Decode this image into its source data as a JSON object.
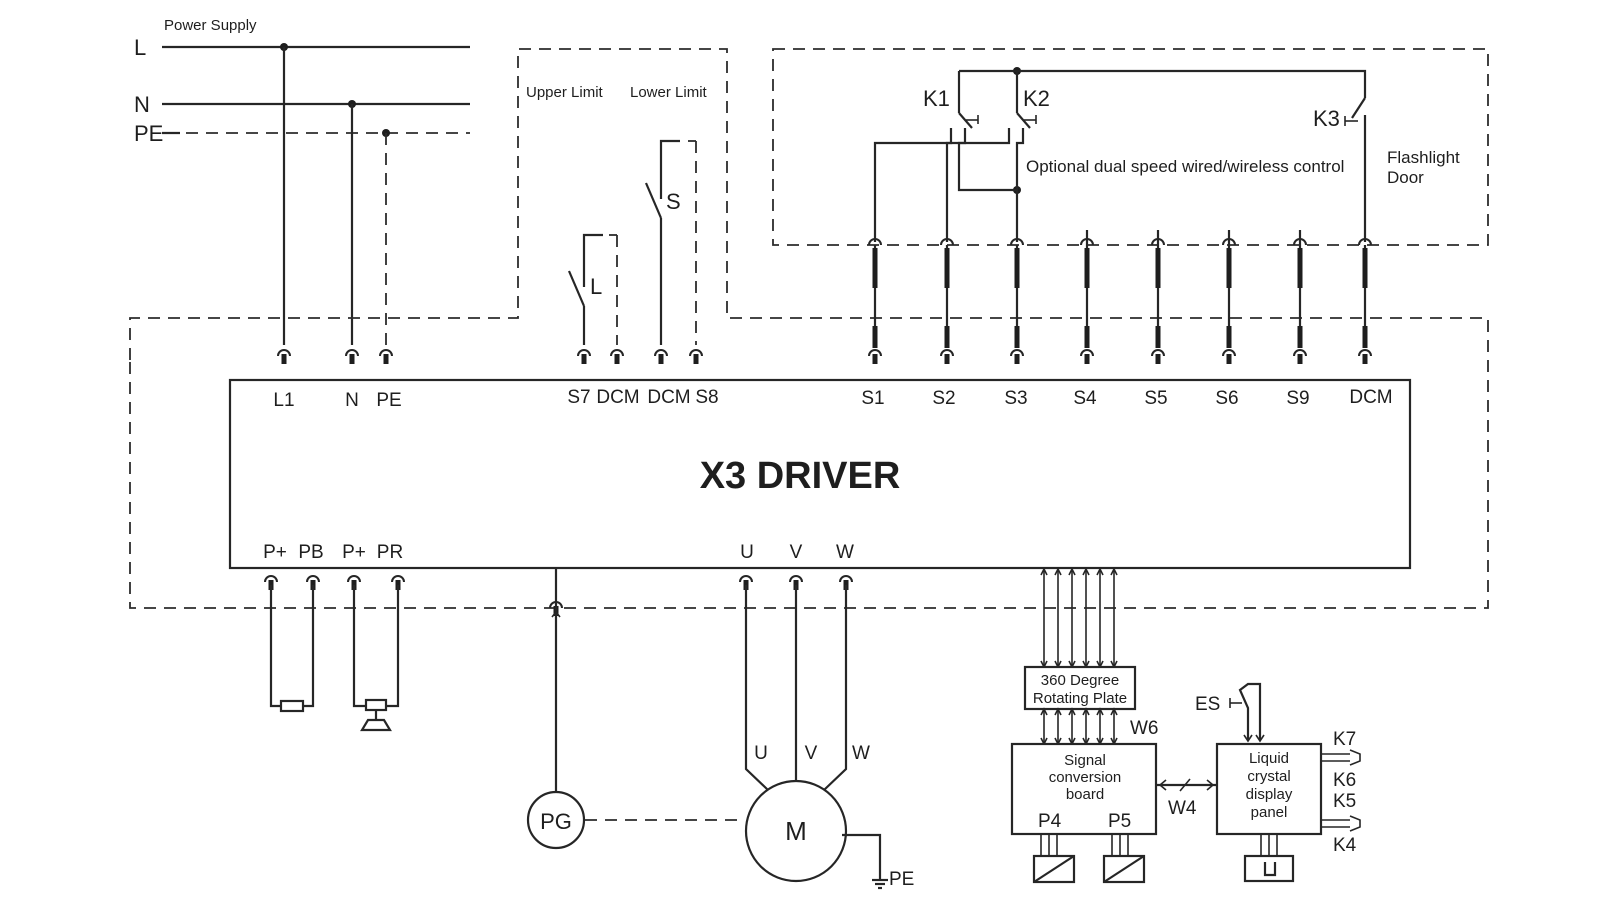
{
  "supply": {
    "title": "Power Supply",
    "lines": [
      "L",
      "N",
      "PE"
    ]
  },
  "limits": {
    "upper": "Upper Limit",
    "lower": "Lower Limit",
    "upper_switch": "L",
    "lower_switch": "S"
  },
  "control": {
    "caption": "Optional dual speed wired/wireless control",
    "door": [
      "Flashlight",
      "Door"
    ],
    "k1": "K1",
    "k2": "K2",
    "k3": "K3"
  },
  "driver": {
    "title": "X3 DRIVER",
    "top_terminals": [
      "L1",
      "N",
      "PE",
      "S7",
      "DCM",
      "DCM",
      "S8",
      "S1",
      "S2",
      "S3",
      "S4",
      "S5",
      "S6",
      "S9",
      "DCM"
    ],
    "bottom_terminals": [
      "P+",
      "PB",
      "P+",
      "PR",
      "U",
      "V",
      "W"
    ]
  },
  "motor": {
    "label": "M",
    "phases": [
      "U",
      "V",
      "W"
    ],
    "ground": "PE",
    "encoder": "PG"
  },
  "panel": {
    "rotating_plate": [
      "360 Degree",
      "Rotating Plate"
    ],
    "w6": "W6",
    "signal_board": [
      "Signal",
      "conversion",
      "board"
    ],
    "p4": "P4",
    "p5": "P5",
    "w4": "W4",
    "lcd": [
      "Liquid",
      "crystal",
      "display",
      "panel"
    ],
    "es": "ES",
    "keys": [
      "K7",
      "K6",
      "K5",
      "K4"
    ]
  }
}
